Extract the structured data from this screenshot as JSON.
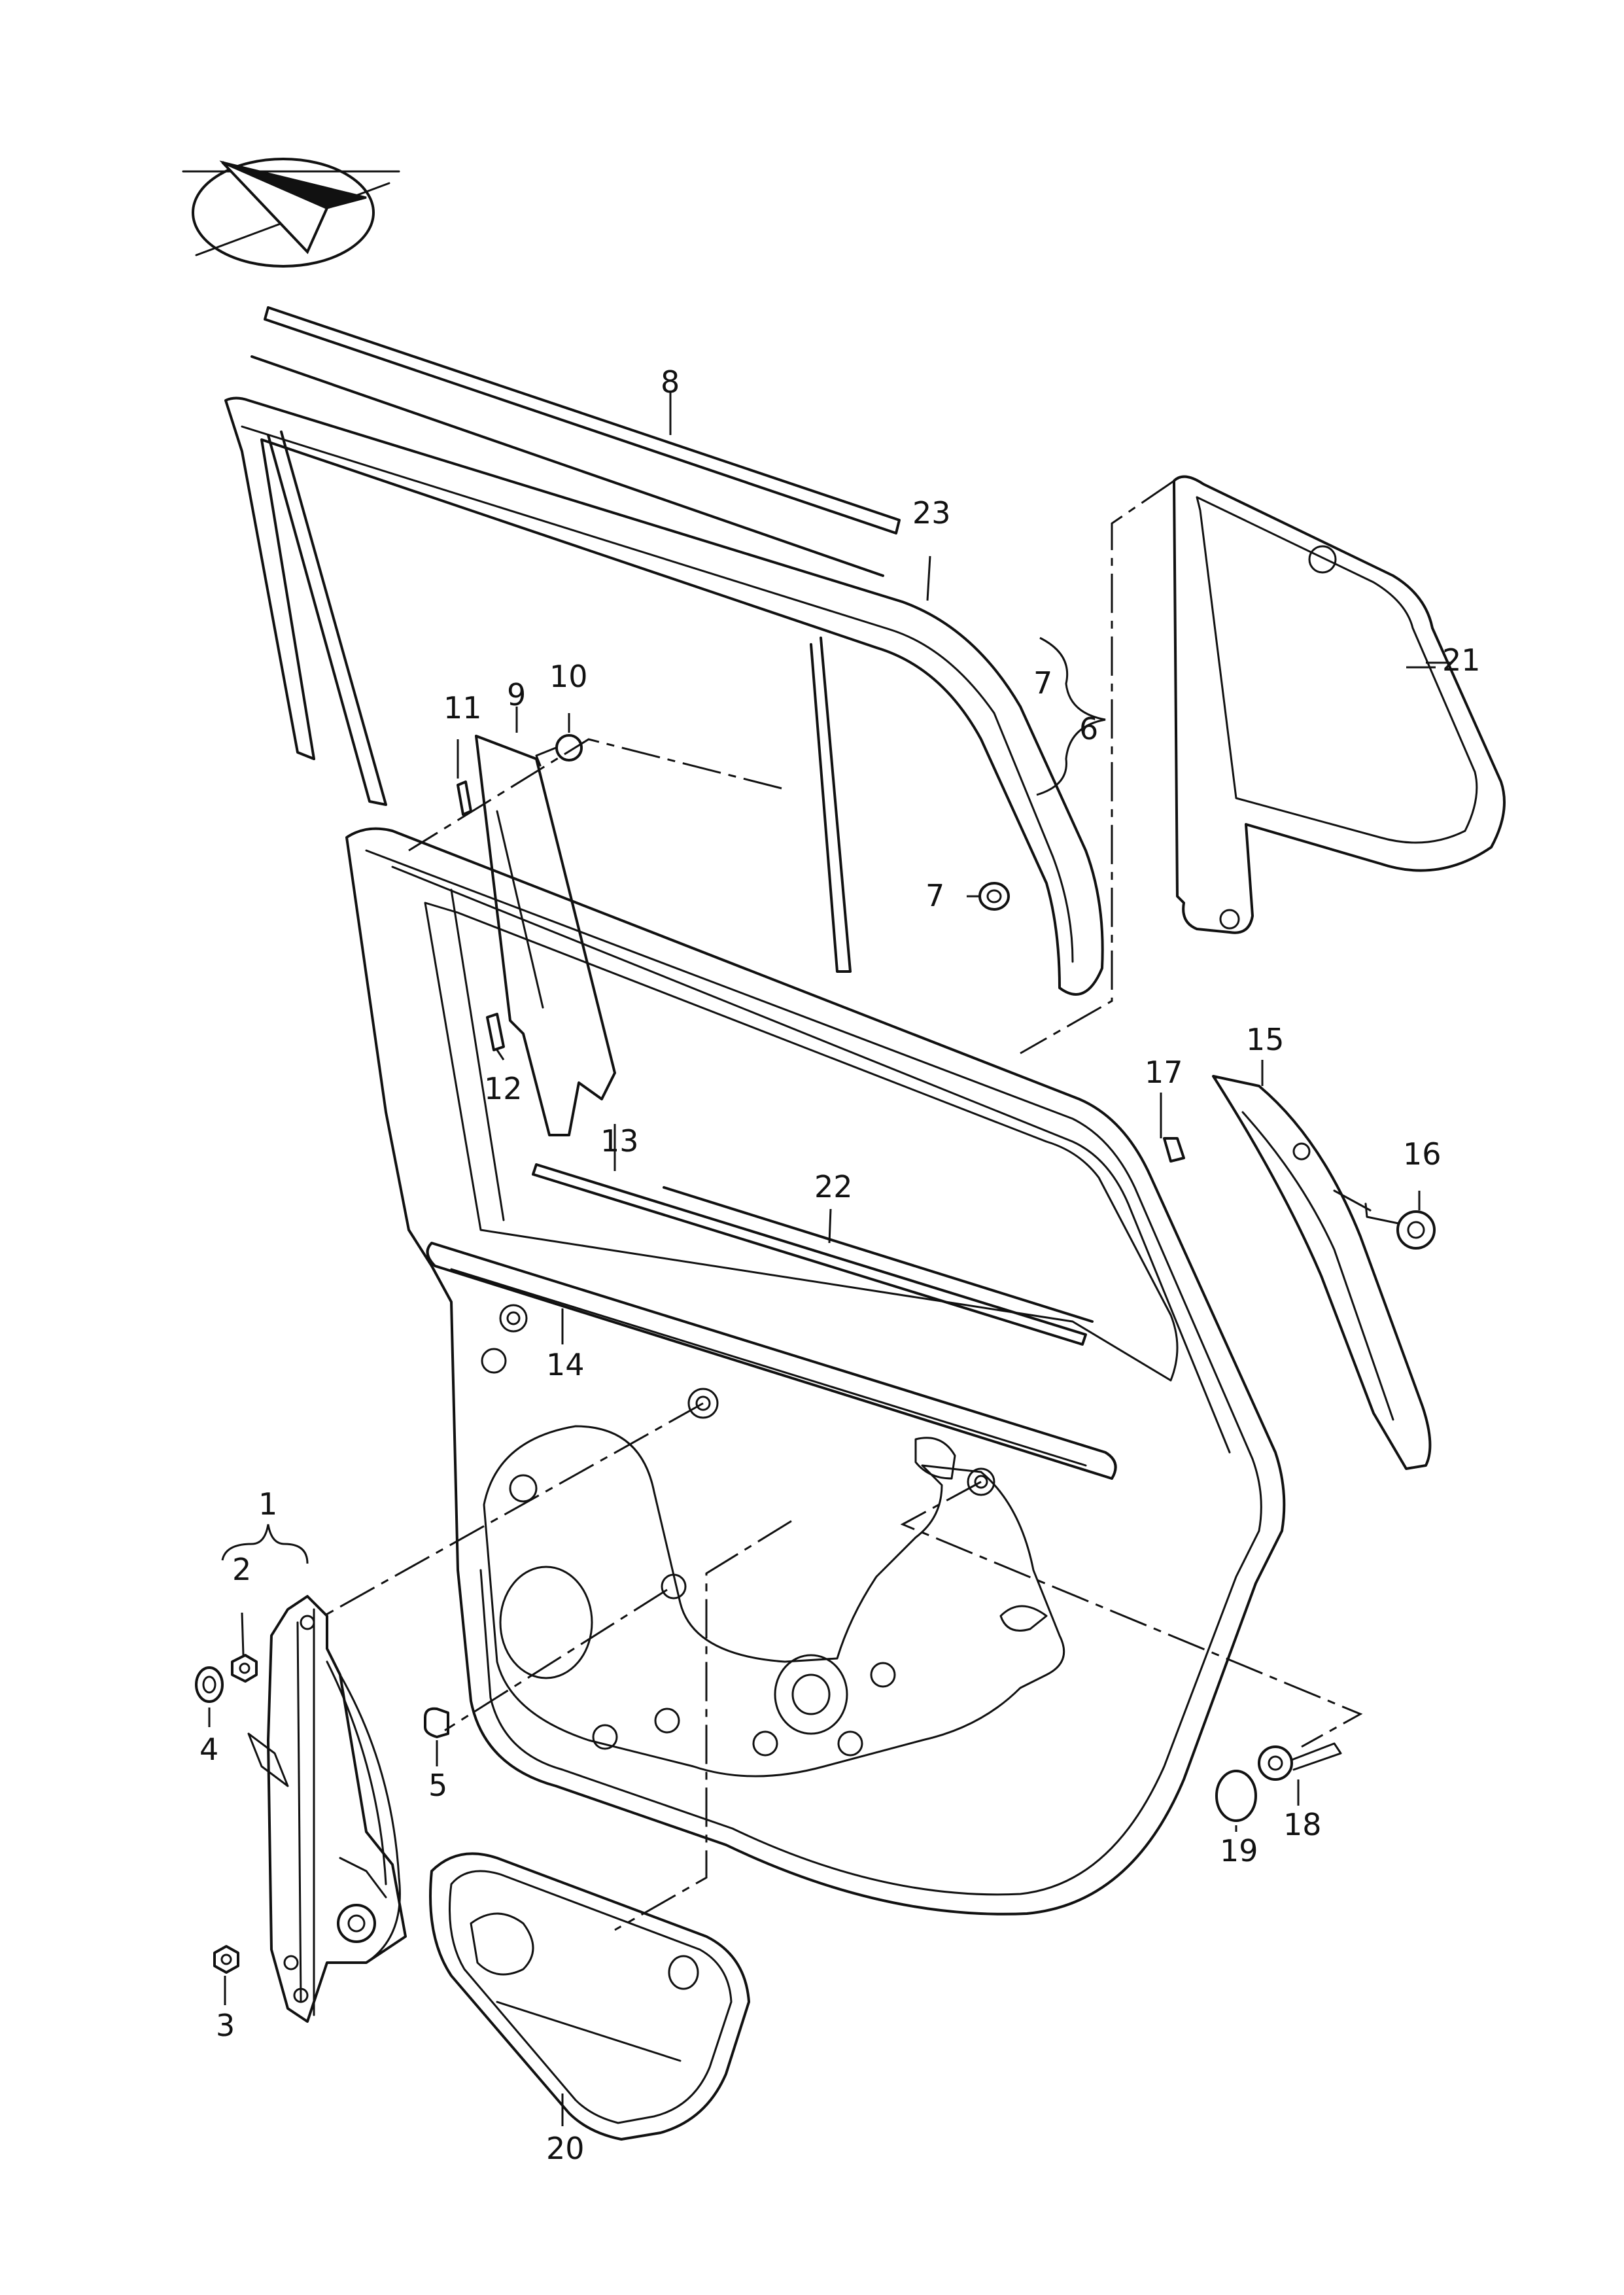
{
  "callouts": {
    "c1": "1",
    "c2": "2",
    "c3": "3",
    "c4": "4",
    "c5": "5",
    "c6": "6",
    "c7a": "7",
    "c7b": "7",
    "c8": "8",
    "c9": "9",
    "c10": "10",
    "c11": "11",
    "c12": "12",
    "c13": "13",
    "c14": "14",
    "c15": "15",
    "c16": "16",
    "c17": "17",
    "c18": "18",
    "c19": "19",
    "c20": "20",
    "c21": "21",
    "c22": "22",
    "c23": "23"
  },
  "icons": {
    "orientation": "orientation-arrow-icon"
  }
}
